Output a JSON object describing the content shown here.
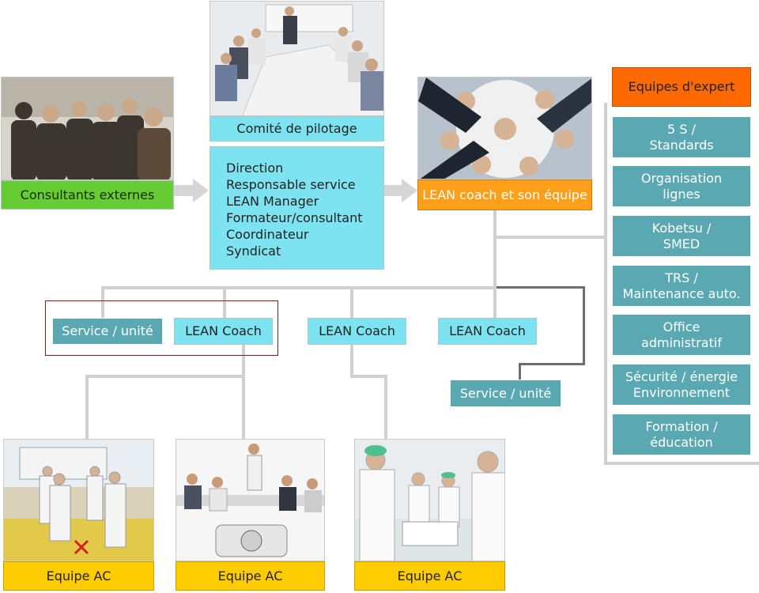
{
  "nodes": {
    "consultants": "Consultants externes",
    "comite": "Comité de pilotage",
    "direction_list": [
      "Direction",
      "Responsable service",
      "LEAN Manager",
      "Formateur/consultant",
      "Coordinateur",
      "Syndicat"
    ],
    "lean_coach_equipe": "LEAN coach et son équipe",
    "experts_title": "Equipes d'expert",
    "experts": [
      "5 S /\nStandards",
      "Organisation\nlignes",
      "Kobetsu /\nSMED",
      "TRS /\nMaintenance auto.",
      "Office\nadministratif",
      "Sécurité / énergie\nEnvironnement",
      "Formation /\néducation"
    ],
    "service_unite_1": "Service / unité",
    "lean_coach_1": "LEAN Coach",
    "lean_coach_2": "LEAN Coach",
    "lean_coach_3": "LEAN Coach",
    "service_unite_2": "Service / unité",
    "equipe_ac_1": "Equipe AC",
    "equipe_ac_2": "Equipe AC",
    "equipe_ac_3": "Equipe AC"
  },
  "colors": {
    "teal": "#5aa9b2",
    "cyan": "#7ee3f0",
    "green": "#66cc33",
    "orange": "#ff9f1a",
    "orange_red": "#ff6a00",
    "yellow": "#ffcc00",
    "connector": "#d0d0d0",
    "connector_dark": "#6d6d6d",
    "highlight_border": "#8b1a1a"
  }
}
